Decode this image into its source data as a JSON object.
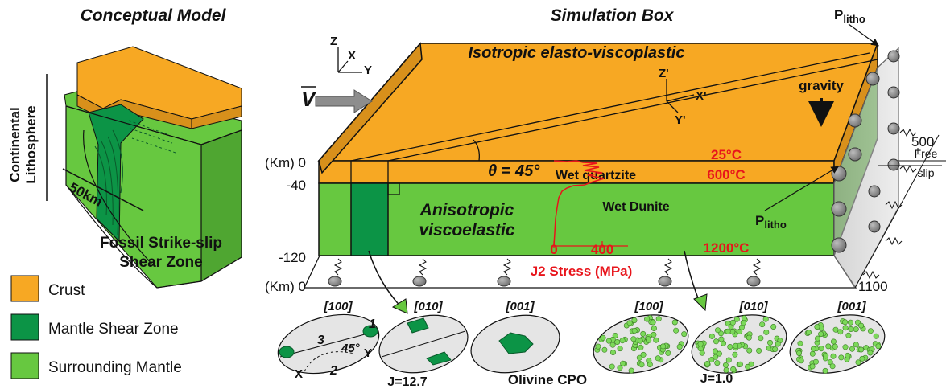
{
  "colors": {
    "crust": "#F7A823",
    "crust_dark": "#D8901B",
    "shear": "#0C9446",
    "mantle": "#67C840",
    "mantle_dark": "#4FA631",
    "grain": "#7CD95A",
    "stress": "#E8141B",
    "label_red": "#E8141B",
    "ellipse_fill": "#E5E5E5",
    "wall": "#C8C8C8",
    "sphere": "#8A8A8A"
  },
  "titles": {
    "conceptual": "Conceptual Model",
    "simulation": "Simulation Box"
  },
  "conceptual": {
    "continental_line1": "Continental",
    "continental_line2": "Lithosphere",
    "scale": "50km",
    "caption_line1": "Fossil Strike-slip",
    "caption_line2": "Shear Zone"
  },
  "legend": [
    {
      "label": "Crust",
      "color": "#F7A823"
    },
    {
      "label": "Mantle Shear Zone",
      "color": "#0C9446"
    },
    {
      "label": "Surrounding Mantle",
      "color": "#67C840"
    }
  ],
  "axes": {
    "z": "Z",
    "x": "X",
    "y": "Y",
    "zp": "Z'",
    "xp": "X'",
    "yp": "Y'"
  },
  "velocity": "V",
  "box": {
    "top_label": "Isotropic elasto-viscoplastic",
    "mantle_label_line1": "Anisotropic",
    "mantle_label_line2": "viscoelastic",
    "theta": "θ = 45°",
    "wet_quartzite": "Wet quartzite",
    "wet_dunite": "Wet Dunite",
    "gravity": "gravity",
    "t_25": "25°C",
    "t_600": "600°C",
    "t_1200": "1200°C",
    "plitho_top": "litho",
    "plitho_side": "litho",
    "p_letter": "P",
    "free": "Free",
    "slip": "slip",
    "dim_500": "500",
    "dim_1100": "1100"
  },
  "depth": {
    "km_top": "(Km) 0",
    "d40": "-40",
    "d120": "-120",
    "km_bottom": "(Km) 0"
  },
  "stress": {
    "axis_label": "J2 Stress (MPa)",
    "tick_0": "0",
    "tick_400": "400"
  },
  "cpo": {
    "labels_left": [
      "[100]",
      "[010]",
      "[001]"
    ],
    "labels_right": [
      "[100]",
      "[010]",
      "[001]"
    ],
    "n1": "1",
    "n2": "2",
    "n3": "3",
    "angle": "45°",
    "x": "X",
    "y": "Y",
    "j_left": "J=12.7",
    "center": "Olivine CPO",
    "j_right": "J=1.0"
  }
}
